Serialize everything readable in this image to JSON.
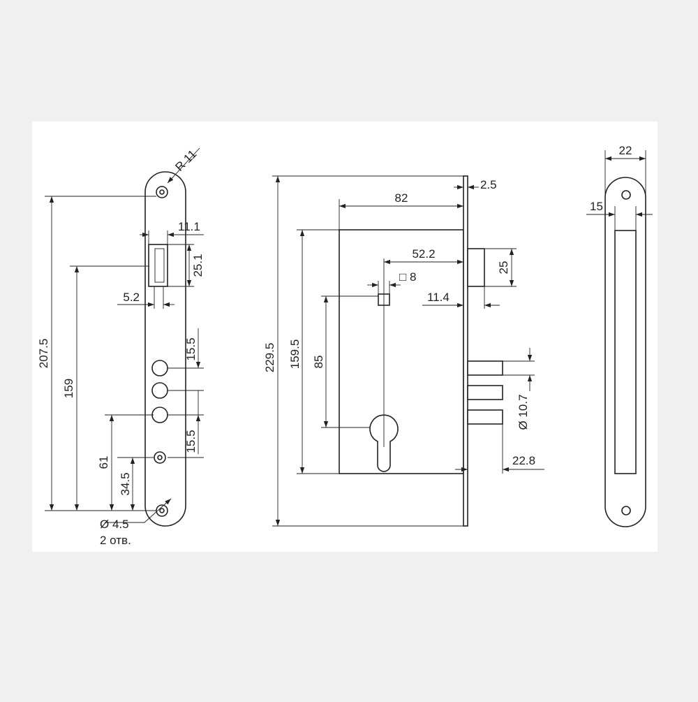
{
  "background_color": "#f0f0f0",
  "panel_color": "#ffffff",
  "line_color": "#222222",
  "strike_plate": {
    "radius_label": "R 11",
    "total_height": "207.5",
    "latch_width": "11.1",
    "latch_height": "25.1",
    "latch_offset": "5.2",
    "hole_pitch_top": "15.5",
    "hole_pitch_bottom": "15.5",
    "height_to_latch": "159",
    "height_to_holes": "61",
    "height_to_screw": "34.5",
    "screw_diameter": "Ø 4.5",
    "screw_count": "2 отв."
  },
  "lock_body": {
    "total_height": "229.5",
    "body_height": "159.5",
    "backset_to_square": "85",
    "body_width": "82",
    "faceplate_thickness": "2.5",
    "square_backset": "52.2",
    "square_size": "□ 8",
    "latch_height": "25",
    "latch_throw": "11.4",
    "bolt_diameter": "Ø 10.7",
    "bolt_throw": "22.8"
  },
  "faceplate": {
    "width": "22",
    "inner_width": "15"
  }
}
